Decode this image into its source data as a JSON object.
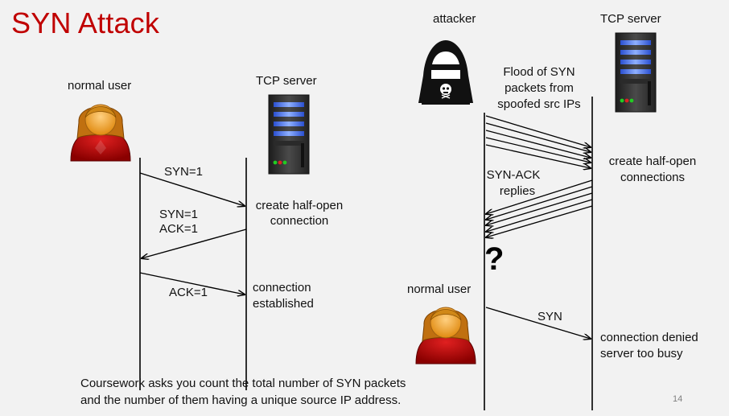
{
  "slide": {
    "title": "SYN Attack",
    "page_number": "14",
    "note_line1": "Coursework asks you count the total number of SYN packets",
    "note_line2": "and the number of them having a unique source IP address."
  },
  "left": {
    "user_label": "normal user",
    "server_label": "TCP server",
    "msg1": "SYN=1",
    "msg2_line1": "SYN=1",
    "msg2_line2": "ACK=1",
    "msg3": "ACK=1",
    "server_note1_line1": "create half-open",
    "server_note1_line2": "connection",
    "server_note2_line1": "connection",
    "server_note2_line2": "established"
  },
  "right": {
    "attacker_label": "attacker",
    "server_label": "TCP server",
    "flood_line1": "Flood of SYN",
    "flood_line2": "packets from",
    "flood_line3": "spoofed src IPs",
    "halfopen_line1": "create half-open",
    "halfopen_line2": "connections",
    "synack_line1": "SYN-ACK",
    "synack_line2": "replies",
    "question": "?",
    "user_label": "normal user",
    "syn_label": "SYN",
    "denied_line1": "connection denied",
    "denied_line2": "server too busy"
  },
  "colors": {
    "title": "#c00000",
    "background": "#f2f2f2",
    "user_shirt": "#c00000",
    "user_skin": "#f0a030",
    "server_body": "#3a3a3a",
    "server_led_green": "#22cc22",
    "server_led_red": "#dd2222"
  },
  "icons": [
    "user-icon",
    "server-icon",
    "hacker-icon"
  ]
}
